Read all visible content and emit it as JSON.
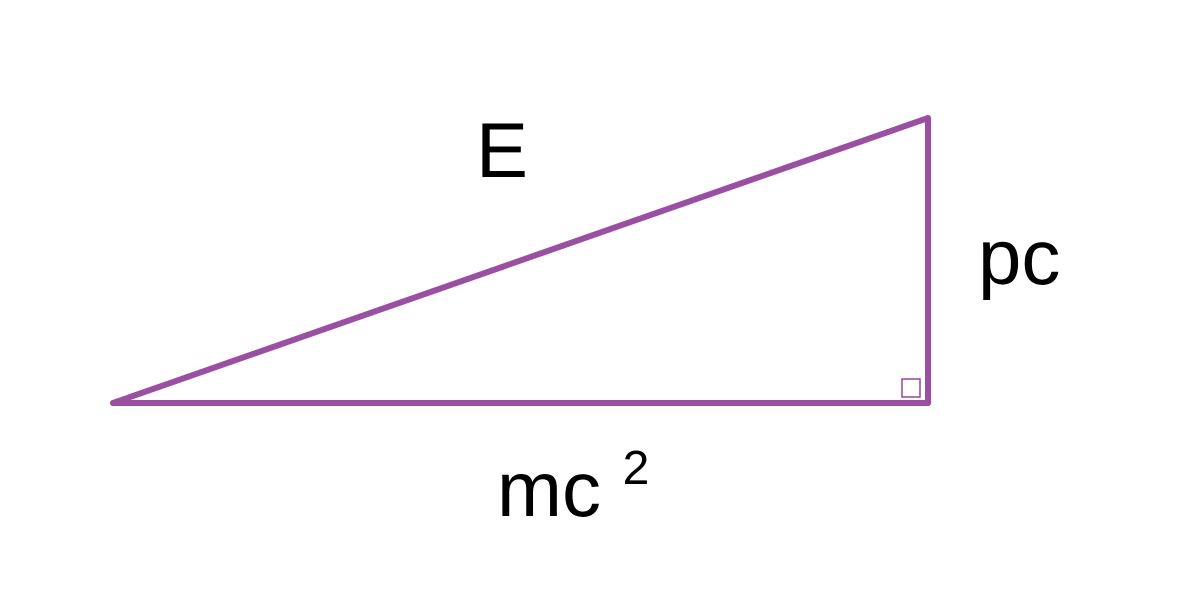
{
  "diagram": {
    "labels": {
      "hypotenuse": "E",
      "vertical_leg": "pc",
      "base_leg_main": "mc",
      "base_leg_superscript": "2"
    },
    "colors": {
      "triangle_stroke": "#9b4fa3",
      "right_angle_marker": "#9b4fa3",
      "text": "#000000",
      "background": "#ffffff"
    },
    "right_angle_marker": true
  }
}
